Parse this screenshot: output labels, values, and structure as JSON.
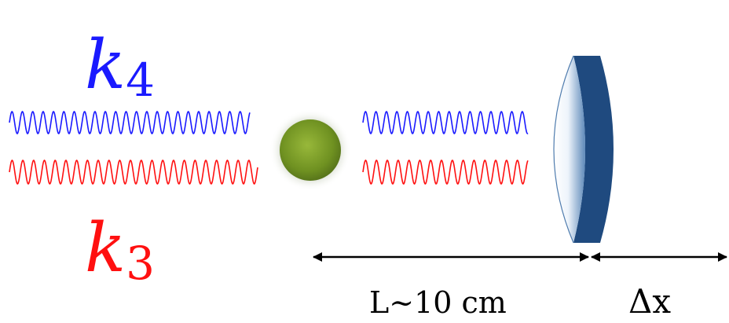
{
  "labels": {
    "k4_base": "k",
    "k4_sub": "4",
    "k3_base": "k",
    "k3_sub": "3",
    "distance": "L~10 cm",
    "displacement": "Δx"
  },
  "colors": {
    "k4_wave": "#1a1aff",
    "k3_wave": "#ff1010",
    "atom": "#7a9a24",
    "mirror": "#1f4a7f"
  },
  "icons": {
    "atom": "green-sphere",
    "mirror": "curved-mirror",
    "arrows": "double-headed-arrow"
  }
}
